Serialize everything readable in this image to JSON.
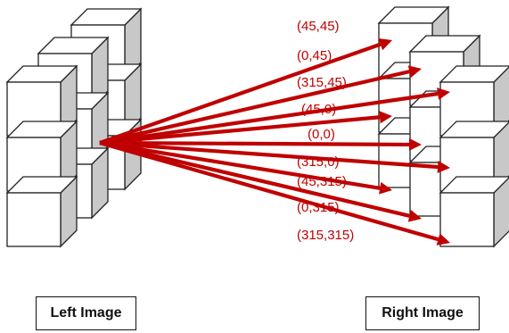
{
  "captions": {
    "left": "Left Image",
    "right": "Right Image"
  },
  "colors": {
    "arrow": "#c00000",
    "label": "#c00000",
    "cube_face": "#ffffff",
    "cube_side": "#c8c8c8",
    "outline": "#222222"
  },
  "arrows": [
    {
      "label": "(45,45)"
    },
    {
      "label": "(0,45)"
    },
    {
      "label": "(315,45)"
    },
    {
      "label": "(45,0)"
    },
    {
      "label": "(0,0)"
    },
    {
      "label": "(315,0)"
    },
    {
      "label": "(45,315)"
    },
    {
      "label": "(0,315)"
    },
    {
      "label": "(315,315)"
    }
  ]
}
